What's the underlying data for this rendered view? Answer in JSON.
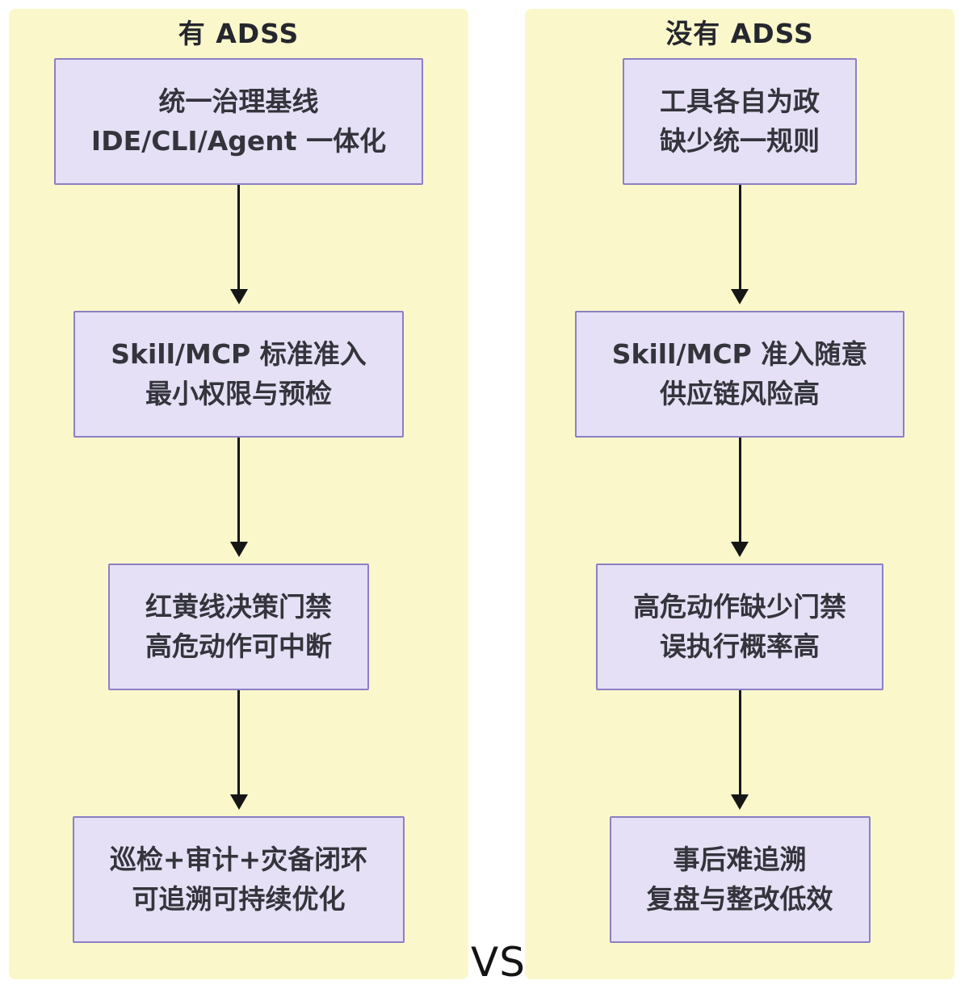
{
  "diagram": {
    "vs_label": "VS",
    "colors": {
      "panel_background": "#FAF8CB",
      "node_background": "#E5E0F5",
      "node_border": "#8C7FC4",
      "node_text": "#34343C",
      "arrow": "#161616"
    },
    "columns": [
      {
        "title": "有 ADSS",
        "nodes": [
          {
            "line1": "统一治理基线",
            "line2": "IDE/CLI/Agent 一体化"
          },
          {
            "line1": "Skill/MCP 标准准入",
            "line2": "最小权限与预检"
          },
          {
            "line1": "红黄线决策门禁",
            "line2": "高危动作可中断"
          },
          {
            "line1": "巡检+审计+灾备闭环",
            "line2": "可追溯可持续优化"
          }
        ]
      },
      {
        "title": "没有 ADSS",
        "nodes": [
          {
            "line1": "工具各自为政",
            "line2": "缺少统一规则"
          },
          {
            "line1": "Skill/MCP 准入随意",
            "line2": "供应链风险高"
          },
          {
            "line1": "高危动作缺少门禁",
            "line2": "误执行概率高"
          },
          {
            "line1": "事后难追溯",
            "line2": "复盘与整改低效"
          }
        ]
      }
    ]
  }
}
